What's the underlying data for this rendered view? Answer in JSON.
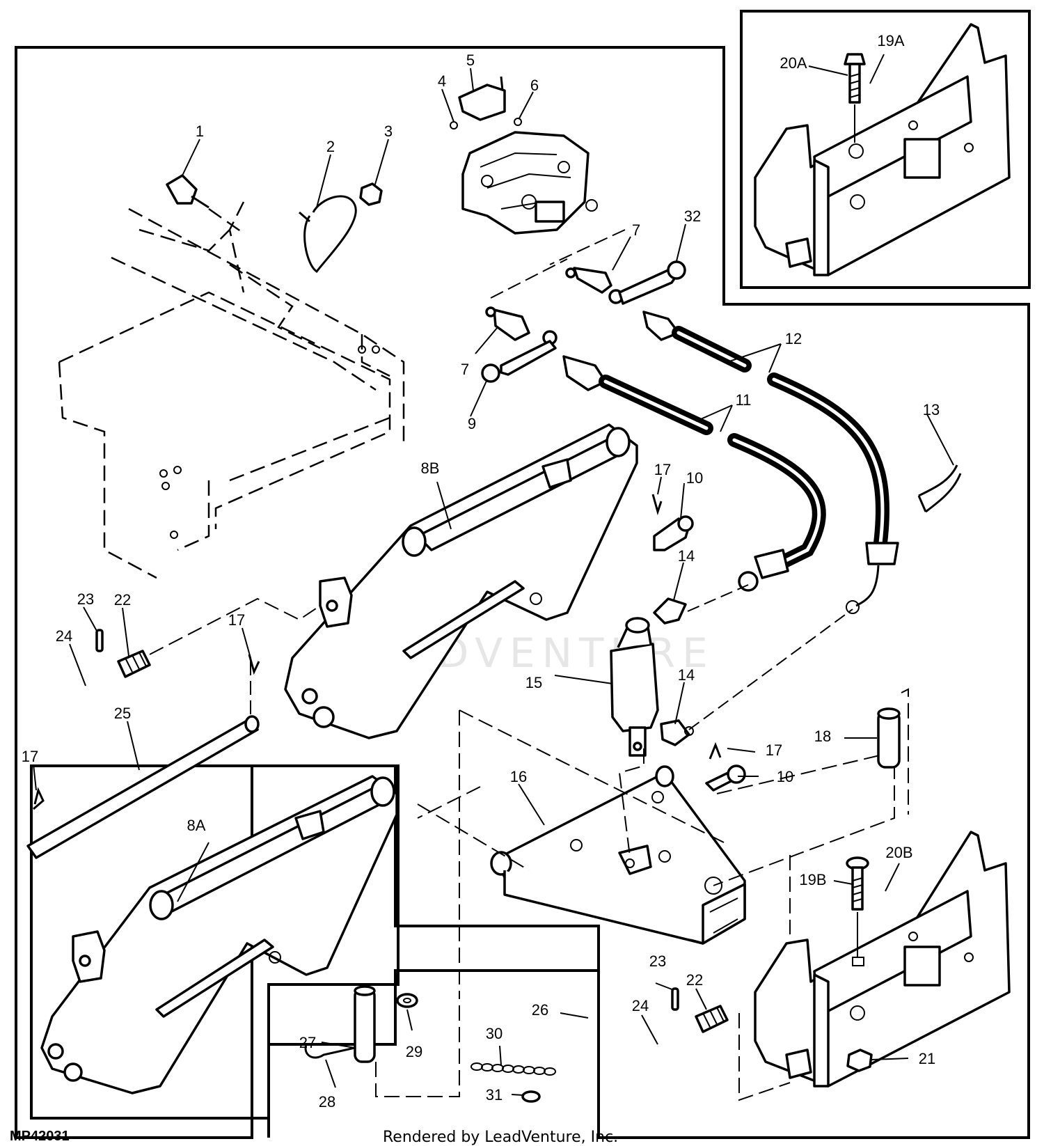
{
  "figure_id": "MP42031",
  "credit": "Rendered by LeadVenture, Inc.",
  "watermark": "LEADVENTURE",
  "callouts": [
    "1",
    "2",
    "3",
    "4",
    "5",
    "6",
    "7",
    "7",
    "8A",
    "8B",
    "9",
    "10",
    "10",
    "11",
    "12",
    "13",
    "14",
    "14",
    "15",
    "16",
    "17",
    "17",
    "17",
    "17",
    "18",
    "19A",
    "19B",
    "20A",
    "20B",
    "21",
    "22",
    "22",
    "23",
    "23",
    "24",
    "24",
    "25",
    "26",
    "27",
    "28",
    "29",
    "30",
    "31",
    "32"
  ]
}
